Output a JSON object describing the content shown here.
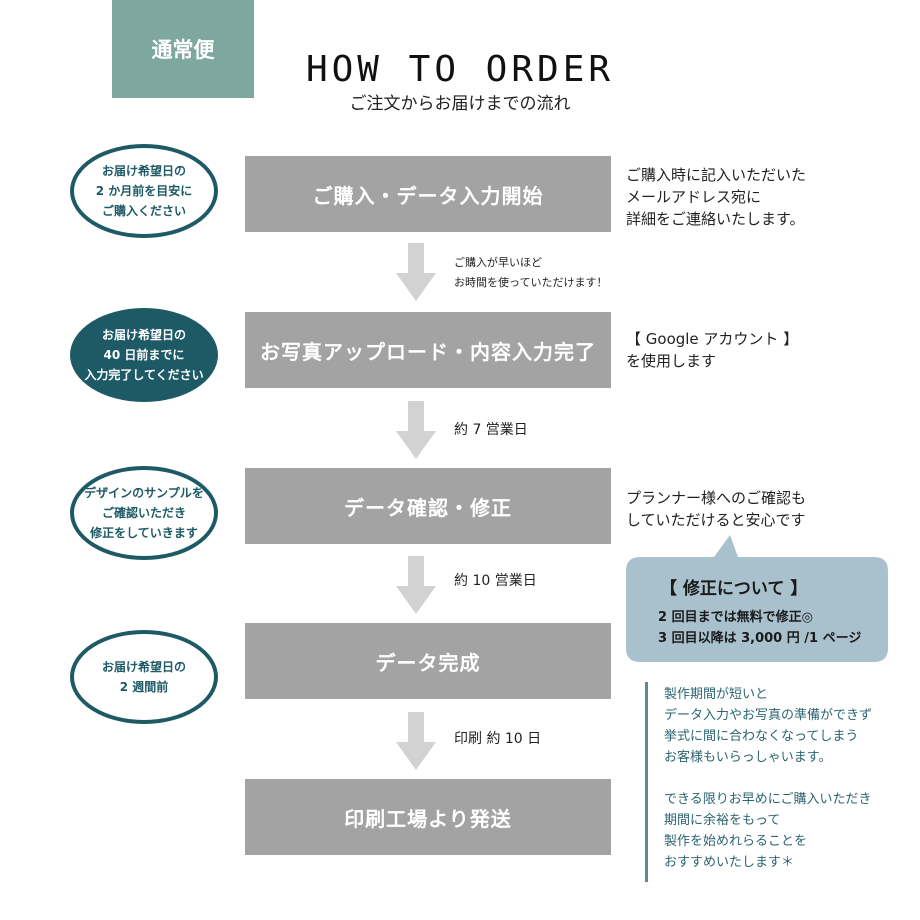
{
  "badge": "通常便",
  "title": "HOW TO ORDER",
  "subtitle": "ご注文からお届けまでの流れ",
  "steps": [
    {
      "label": "ご購入・データ入力開始"
    },
    {
      "label": "お写真アップロード・内容入力完了"
    },
    {
      "label": "データ確認・修正"
    },
    {
      "label": "データ完成"
    },
    {
      "label": "印刷工場より発送"
    }
  ],
  "ellipses": [
    {
      "text": "お届け希望日の\n2 か月前を目安に\nご購入ください",
      "filled": false
    },
    {
      "text": "お届け希望日の\n40 日前までに\n入力完了してください",
      "filled": true
    },
    {
      "text": "デザインのサンプルを\nご確認いただき\n修正をしていきます",
      "filled": false
    },
    {
      "text": "お届け希望日の\n2 週間前",
      "filled": false
    }
  ],
  "arrow_labels": [
    "ご購入が早いほど\nお時間を使っていただけます！",
    "約 7 営業日",
    "約 10 営業日",
    "印刷 約 10 日"
  ],
  "notes": [
    "ご購入時に記入いただいた\nメールアドレス宛に\n詳細をご連絡いたします。",
    "【 Google アカウント 】\nを使用します",
    "プランナー様へのご確認も\nしていただけると安心です"
  ],
  "bubble": {
    "title": "【 修正について 】",
    "lines": [
      "2 回目までは無料で修正◎",
      "3 回目以降は 3,000 円 /1 ページ"
    ]
  },
  "side_note": "製作期間が短いと\nデータ入力やお写真の準備ができず\n挙式に間に合わなくなってしまう\nお客様もいらっしゃいます。\n\nできる限りお早めにご購入いただき\n期間に余裕をもって\n製作を始めれらることを\nおすすめいたします＊",
  "colors": {
    "badge": "#7ea89f",
    "step_box": "#a3a3a3",
    "ellipse_border": "#1e5a66",
    "bubble": "#a9c1cd",
    "arrow": "#d2d2d2",
    "side_text": "#2c6472"
  }
}
